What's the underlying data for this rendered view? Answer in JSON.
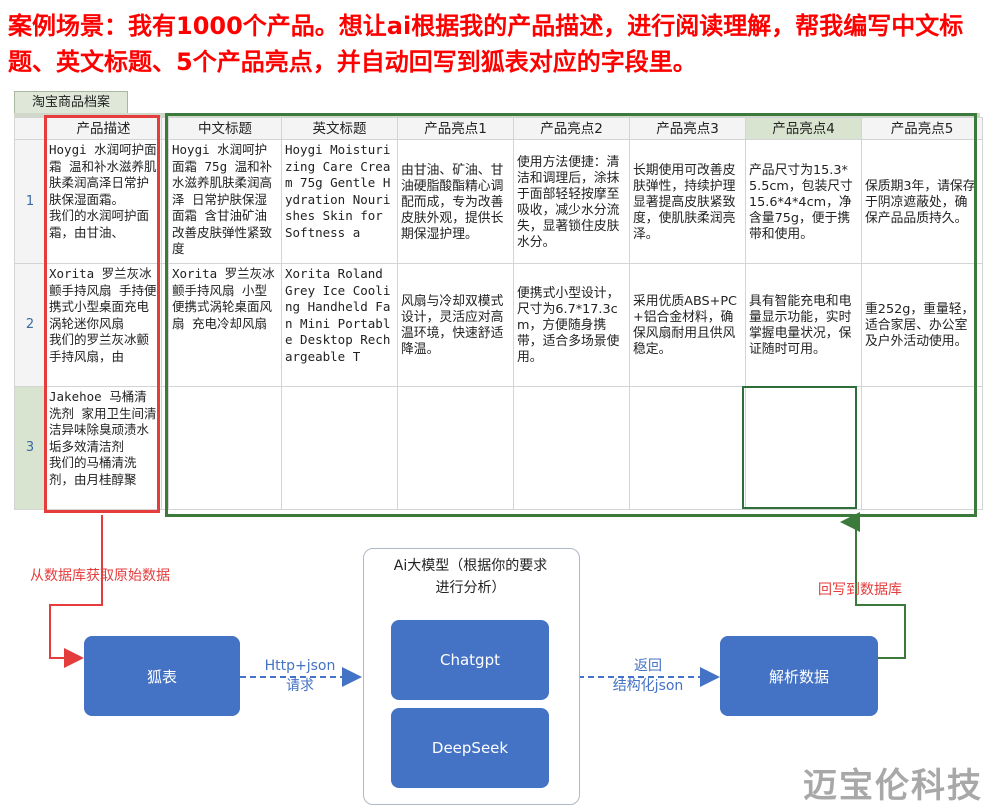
{
  "headline": "案例场景：我有1000个产品。想让ai根据我的产品描述，进行阅读理解，帮我编写中文标题、英文标题、5个产品亮点，并自动回写到狐表对应的字段里。",
  "sheet_tab": "淘宝商品档案",
  "columns": [
    "产品描述",
    "中文标题",
    "英文标题",
    "产品亮点1",
    "产品亮点2",
    "产品亮点3",
    "产品亮点4",
    "产品亮点5"
  ],
  "rows": [
    {
      "num": "1",
      "cells": [
        "Hoygi 水润呵护面霜 温和补水滋养肌肤柔润高泽日常护肤保湿面霜。\n我们的水润呵护面霜，由甘油、",
        "Hoygi 水润呵护面霜 75g 温和补水滋养肌肤柔润高泽 日常护肤保湿面霜 含甘油矿油 改善皮肤弹性紧致度",
        "Hoygi Moisturizing Care Cream 75g Gentle Hydration Nourishes Skin for Softness a",
        "由甘油、矿油、甘油硬脂酸酯精心调配而成，专为改善皮肤外观，提供长期保湿护理。",
        "使用方法便捷：清洁和调理后，涂抹于面部轻轻按摩至吸收，减少水分流失，显著锁住皮肤水分。",
        "长期使用可改善皮肤弹性，持续护理显著提高皮肤紧致度，使肌肤柔润亮泽。",
        "产品尺寸为15.3*5.5cm，包装尺寸15.6*4*4cm，净含量75g，便于携带和使用。",
        "保质期3年，请保存于阴凉遮蔽处，确保产品品质持久。"
      ]
    },
    {
      "num": "2",
      "cells": [
        "Xorita 罗兰灰冰颤手持风扇 手持便携式小型桌面充电涡轮迷你风扇\n我们的罗兰灰冰颤手持风扇，由",
        "Xorita 罗兰灰冰颤手持风扇 小型便携式涡轮桌面风扇 充电冷却风扇",
        "Xorita Roland Grey Ice Cooling Handheld Fan Mini Portable Desktop Rechargeable T",
        "风扇与冷却双模式设计，灵活应对高温环境，快速舒适降温。",
        "便携式小型设计，尺寸为6.7*17.3cm，方便随身携带，适合多场景使用。",
        "采用优质ABS+PC+铝合金材料，确保风扇耐用且供风稳定。",
        "具有智能充电和电量显示功能，实时掌握电量状况，保证随时可用。",
        "重252g，重量轻，适合家居、办公室及户外活动使用。"
      ]
    },
    {
      "num": "3",
      "cells": [
        "Jakehoe 马桶清洗剂 家用卫生间清洁异味除臭顽渍水垢多效清洁剂\n我们的马桶清洗剂，由月桂醇聚",
        "",
        "",
        "",
        "",
        "",
        "",
        ""
      ]
    }
  ],
  "labels": {
    "fetch": "从数据库获取原始数据",
    "request_line1": "Http+json",
    "request_line2": "请求",
    "ai_title_line1": "Ai大模型（根据你的要求",
    "ai_title_line2": "进行分析）",
    "return_line1": "返回",
    "return_line2": "结构化json",
    "writeback": "回写到数据库"
  },
  "boxes": {
    "foxtable": "狐表",
    "chatgpt": "Chatgpt",
    "deepseek": "DeepSeek",
    "parse": "解析数据"
  },
  "watermark": "迈宝伦科技",
  "colors": {
    "red": "#e53c3c",
    "green": "#3b7a3b",
    "blue": "#4472c4"
  }
}
